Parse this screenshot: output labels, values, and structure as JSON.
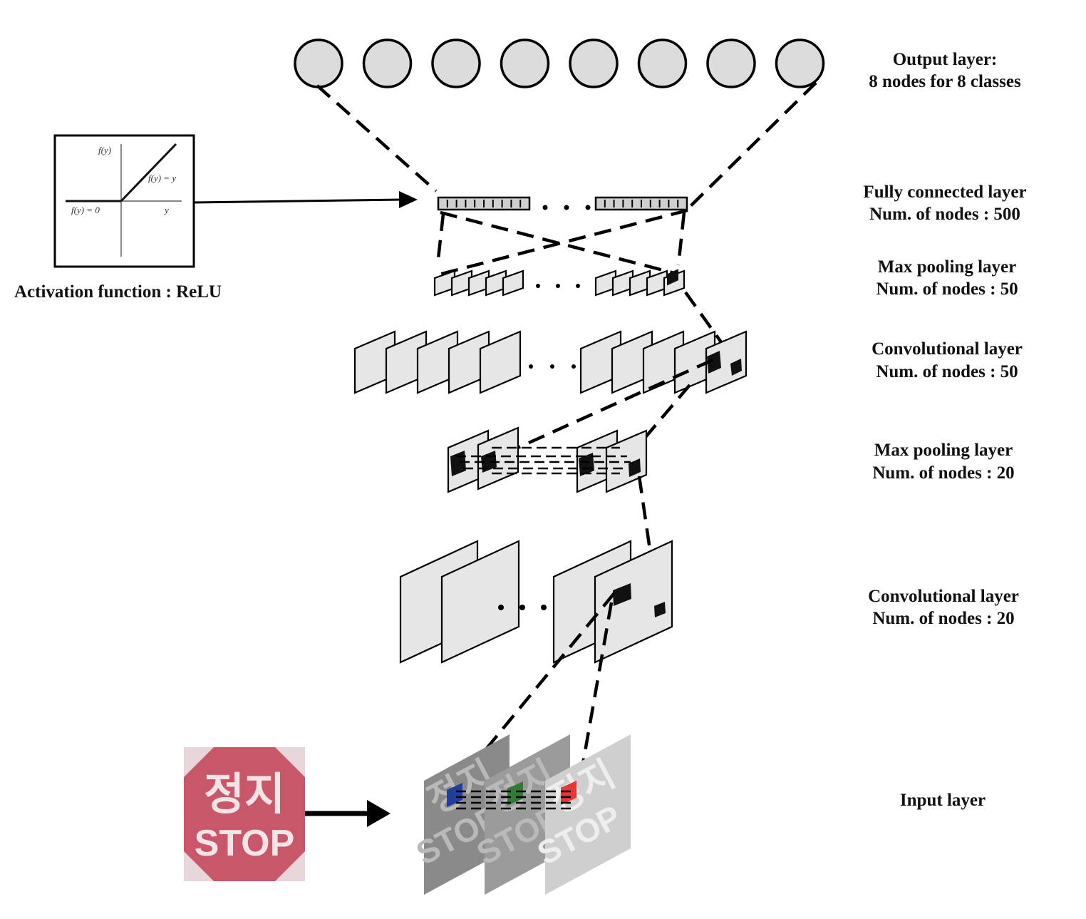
{
  "layers": [
    {
      "id": "output",
      "lines": [
        "Output layer:",
        "8 nodes for 8 classes"
      ],
      "node_count": 8
    },
    {
      "id": "fc",
      "lines": [
        "Fully connected layer",
        "Num. of nodes : 500"
      ]
    },
    {
      "id": "pool2",
      "lines": [
        "Max pooling layer",
        "Num. of nodes : 50"
      ]
    },
    {
      "id": "conv2",
      "lines": [
        "Convolutional layer",
        "Num. of nodes : 50"
      ]
    },
    {
      "id": "pool1",
      "lines": [
        "Max pooling layer",
        "Num. of nodes : 20"
      ]
    },
    {
      "id": "conv1",
      "lines": [
        "Convolutional layer",
        "Num. of nodes : 20"
      ]
    },
    {
      "id": "input",
      "lines": [
        "Input layer"
      ]
    }
  ],
  "activation": {
    "label": "Activation function : ReLU",
    "graph": {
      "y_axis": "f(y)",
      "x_axis": "y",
      "left_piece": "f(y) = 0",
      "right_piece": "f(y) = y"
    }
  },
  "input_image": {
    "text_korean": "정지",
    "text_english": "STOP",
    "sign_color": "#c9576a",
    "channel_colors": [
      "#1f3fa0",
      "#2e7d32",
      "#e53935"
    ]
  },
  "colors": {
    "node_fill": "#dcdcdc",
    "map_fill": "#e6e6e6",
    "line": "#000000"
  }
}
